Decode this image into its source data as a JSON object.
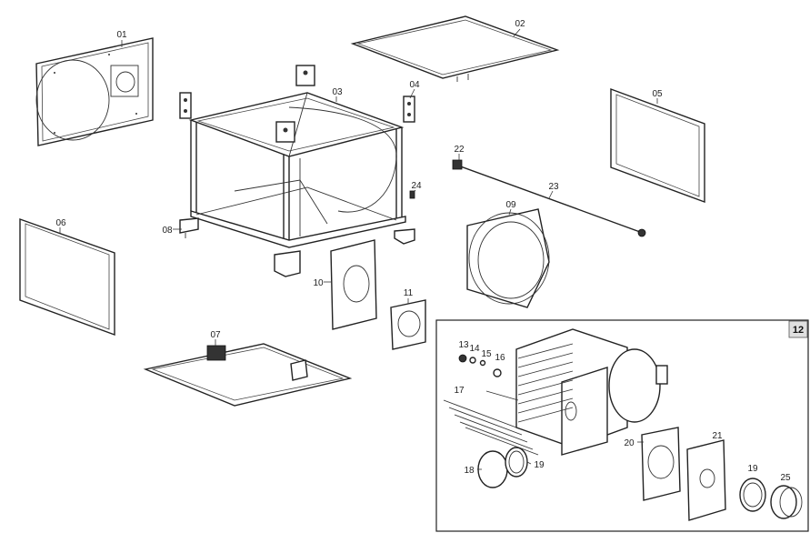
{
  "callouts": {
    "p01": "01",
    "p02": "02",
    "p03": "03",
    "p04": "04",
    "p05": "05",
    "p06": "06",
    "p07": "07",
    "p08": "08",
    "p09": "09",
    "p10": "10",
    "p11": "11",
    "p22": "22",
    "p23": "23",
    "p24": "24"
  },
  "detail": {
    "badge": "12",
    "p13": "13",
    "p14": "14",
    "p15": "15",
    "p16": "16",
    "p17": "17",
    "p18": "18",
    "p19a": "19",
    "p19b": "19",
    "p20": "20",
    "p21": "21",
    "p25": "25"
  }
}
